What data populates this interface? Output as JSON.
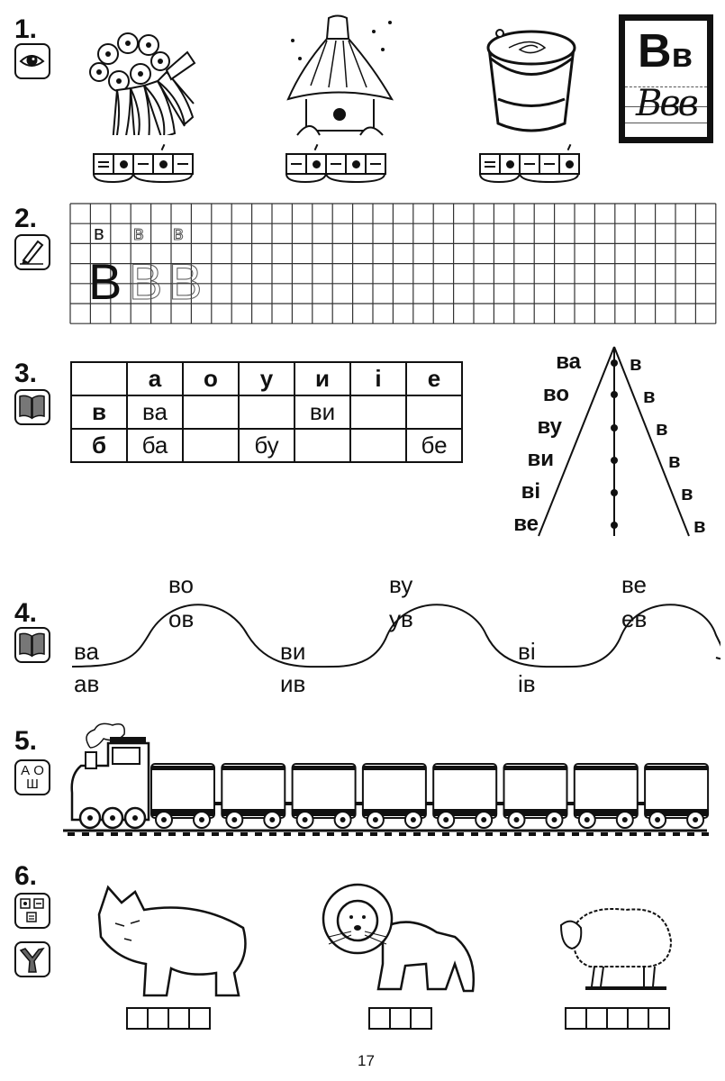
{
  "page_number": "17",
  "letter_card": {
    "print": "Вв",
    "cursive": "Bвв",
    "print_upper": "В",
    "print_lower": "в"
  },
  "exercises": [
    {
      "number": "1.",
      "icon": "eye-icon",
      "pictures": [
        {
          "name": "wreath-picture",
          "scheme": [
            "double-dash",
            "dot",
            "dash",
            "dot-stressed",
            "dash"
          ]
        },
        {
          "name": "beehive-picture",
          "scheme": [
            "dash",
            "dot-stressed",
            "dash",
            "dot",
            "dash"
          ]
        },
        {
          "name": "bucket-picture",
          "scheme": [
            "double-dash",
            "dot",
            "dash",
            "dash",
            "dot-stressed"
          ]
        }
      ]
    },
    {
      "number": "2.",
      "icon": "pen-icon",
      "small_letters": [
        "в",
        "в",
        "в"
      ],
      "big_letters": [
        "В",
        "В",
        "В"
      ]
    },
    {
      "number": "3.",
      "icon": "book-icon",
      "table": {
        "header": [
          "",
          "а",
          "о",
          "у",
          "и",
          "і",
          "е"
        ],
        "rows": [
          [
            "в",
            "ва",
            "",
            "",
            "ви",
            "",
            ""
          ],
          [
            "б",
            "ба",
            "",
            "бу",
            "",
            "",
            "бе"
          ]
        ]
      },
      "triangle": {
        "left": [
          "ва",
          "во",
          "ву",
          "ви",
          "ві",
          "ве"
        ],
        "right": [
          "в",
          "в",
          "в",
          "в",
          "в",
          "в"
        ]
      }
    },
    {
      "number": "4.",
      "icon": "book-icon",
      "wave": [
        {
          "top": "ва",
          "bottom": "ав"
        },
        {
          "top": "во",
          "bottom": "ов"
        },
        {
          "top": "ви",
          "bottom": "ив"
        },
        {
          "top": "ву",
          "bottom": "ув"
        },
        {
          "top": "ві",
          "bottom": "ів"
        },
        {
          "top": "ве",
          "bottom": "ев"
        }
      ]
    },
    {
      "number": "5.",
      "icon_text": {
        "l1a": "А",
        "l1b": "О",
        "l2": "Ш"
      },
      "wagons": 8
    },
    {
      "number": "6.",
      "icon": "scheme-icon",
      "icon2": "hands-icon",
      "animals": [
        {
          "name": "wolf",
          "boxes": 4
        },
        {
          "name": "lion",
          "boxes": 3
        },
        {
          "name": "sheep",
          "boxes": 5
        }
      ]
    }
  ]
}
